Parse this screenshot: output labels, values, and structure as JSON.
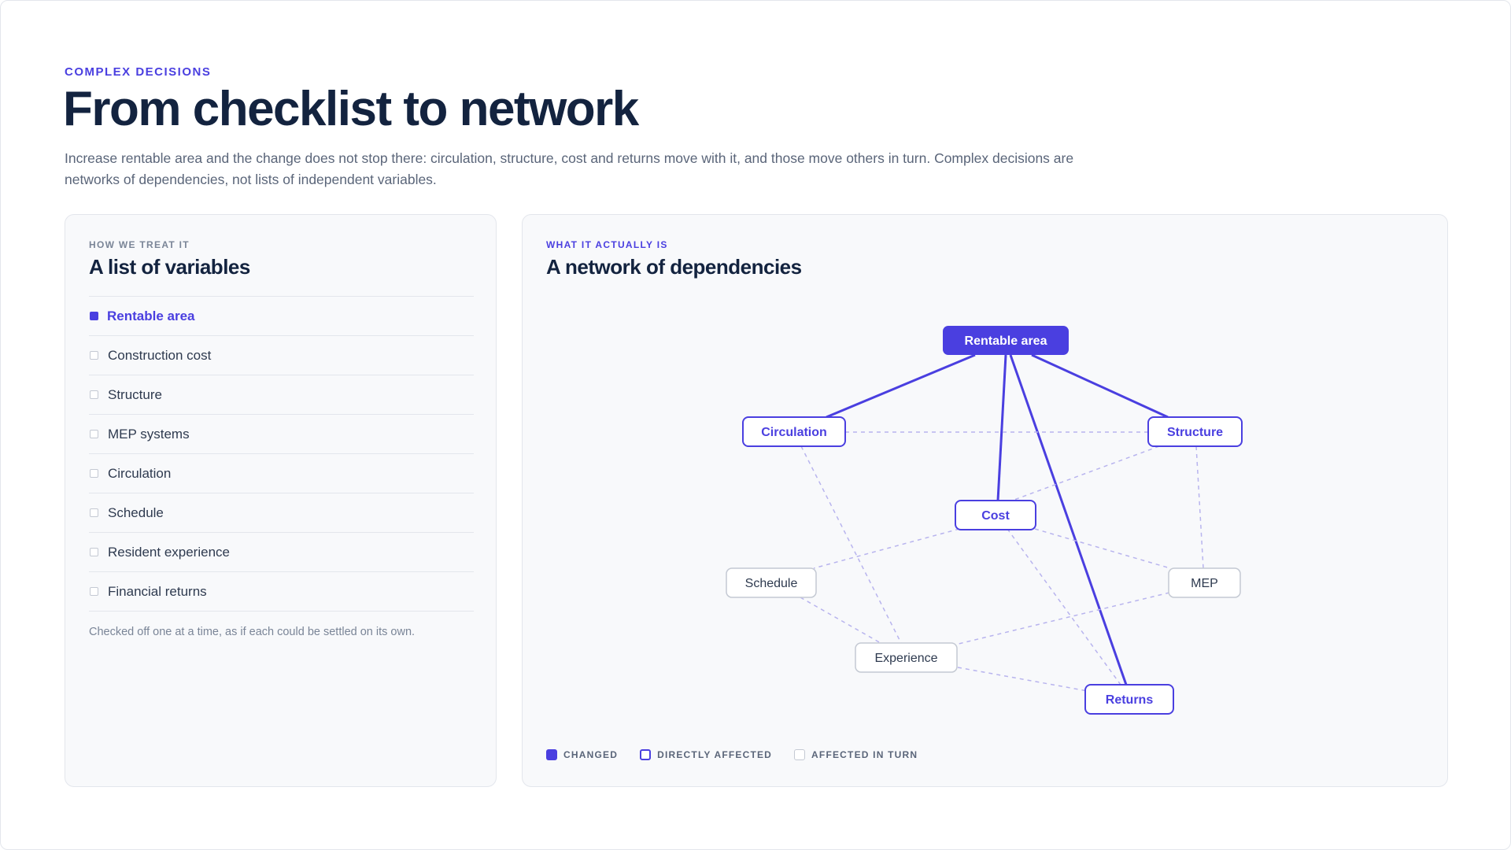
{
  "header": {
    "eyebrow": "COMPLEX DECISIONS",
    "title": "From checklist to network",
    "description": "Increase rentable area and the change does not stop there: circulation, structure, cost and returns move with it, and those move others in turn. Complex decisions are networks of dependencies, not lists of independent variables."
  },
  "left_panel": {
    "eyebrow": "HOW WE TREAT IT",
    "title": "A list of variables",
    "items": [
      {
        "label": "Rentable area",
        "active": true
      },
      {
        "label": "Construction cost",
        "active": false
      },
      {
        "label": "Structure",
        "active": false
      },
      {
        "label": "MEP systems",
        "active": false
      },
      {
        "label": "Circulation",
        "active": false
      },
      {
        "label": "Schedule",
        "active": false
      },
      {
        "label": "Resident experience",
        "active": false
      },
      {
        "label": "Financial returns",
        "active": false
      }
    ],
    "note": "Checked off one at a time, as if each could be settled on its own."
  },
  "right_panel": {
    "eyebrow": "WHAT IT ACTUALLY IS",
    "title": "A network of dependencies",
    "legend": {
      "changed": "CHANGED",
      "direct": "DIRECTLY AFFECTED",
      "turn": "AFFECTED IN TURN"
    }
  },
  "colors": {
    "accent": "#4a3fe0",
    "ink": "#13233f",
    "muted": "#5a6579",
    "neutral_border": "#c4c9d3"
  },
  "network": {
    "nodes": [
      {
        "id": "rentable",
        "label": "Rentable area",
        "kind": "changed"
      },
      {
        "id": "circulation",
        "label": "Circulation",
        "kind": "direct"
      },
      {
        "id": "structure",
        "label": "Structure",
        "kind": "direct"
      },
      {
        "id": "cost",
        "label": "Cost",
        "kind": "direct"
      },
      {
        "id": "returns",
        "label": "Returns",
        "kind": "direct"
      },
      {
        "id": "schedule",
        "label": "Schedule",
        "kind": "turn"
      },
      {
        "id": "mep",
        "label": "MEP",
        "kind": "turn"
      },
      {
        "id": "experience",
        "label": "Experience",
        "kind": "turn"
      }
    ],
    "edges": [
      {
        "from": "rentable",
        "to": "circulation",
        "kind": "direct"
      },
      {
        "from": "rentable",
        "to": "structure",
        "kind": "direct"
      },
      {
        "from": "rentable",
        "to": "cost",
        "kind": "direct"
      },
      {
        "from": "rentable",
        "to": "returns",
        "kind": "direct"
      },
      {
        "from": "circulation",
        "to": "structure",
        "kind": "indirect"
      },
      {
        "from": "circulation",
        "to": "experience",
        "kind": "indirect"
      },
      {
        "from": "structure",
        "to": "cost",
        "kind": "indirect"
      },
      {
        "from": "structure",
        "to": "mep",
        "kind": "indirect"
      },
      {
        "from": "cost",
        "to": "schedule",
        "kind": "indirect"
      },
      {
        "from": "cost",
        "to": "mep",
        "kind": "indirect"
      },
      {
        "from": "cost",
        "to": "returns",
        "kind": "indirect"
      },
      {
        "from": "schedule",
        "to": "experience",
        "kind": "indirect"
      },
      {
        "from": "mep",
        "to": "experience",
        "kind": "indirect"
      },
      {
        "from": "experience",
        "to": "returns",
        "kind": "indirect"
      }
    ]
  }
}
